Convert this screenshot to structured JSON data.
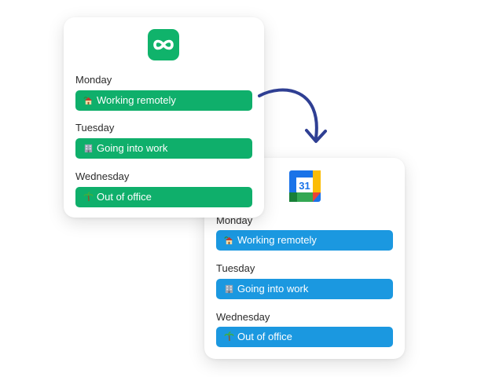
{
  "source_card": {
    "logo_icon": "infinity-icon",
    "accent_color": "#10b36b",
    "days": [
      {
        "day": "Monday",
        "event": "Working remotely",
        "icon": "house-palm-icon"
      },
      {
        "day": "Tuesday",
        "event": "Going into work",
        "icon": "office-building-icon"
      },
      {
        "day": "Wednesday",
        "event": "Out of office",
        "icon": "palm-tree-icon"
      }
    ]
  },
  "target_card": {
    "logo_icon": "google-calendar-icon",
    "calendar_date": "31",
    "accent_color": "#1b98e0",
    "days": [
      {
        "day": "Monday",
        "event": "Working remotely",
        "icon": "house-palm-icon"
      },
      {
        "day": "Tuesday",
        "event": "Going into work",
        "icon": "office-building-icon"
      },
      {
        "day": "Wednesday",
        "event": "Out of office",
        "icon": "palm-tree-icon"
      }
    ]
  },
  "connector": {
    "icon": "curved-arrow-icon",
    "color": "#2f3f93"
  }
}
